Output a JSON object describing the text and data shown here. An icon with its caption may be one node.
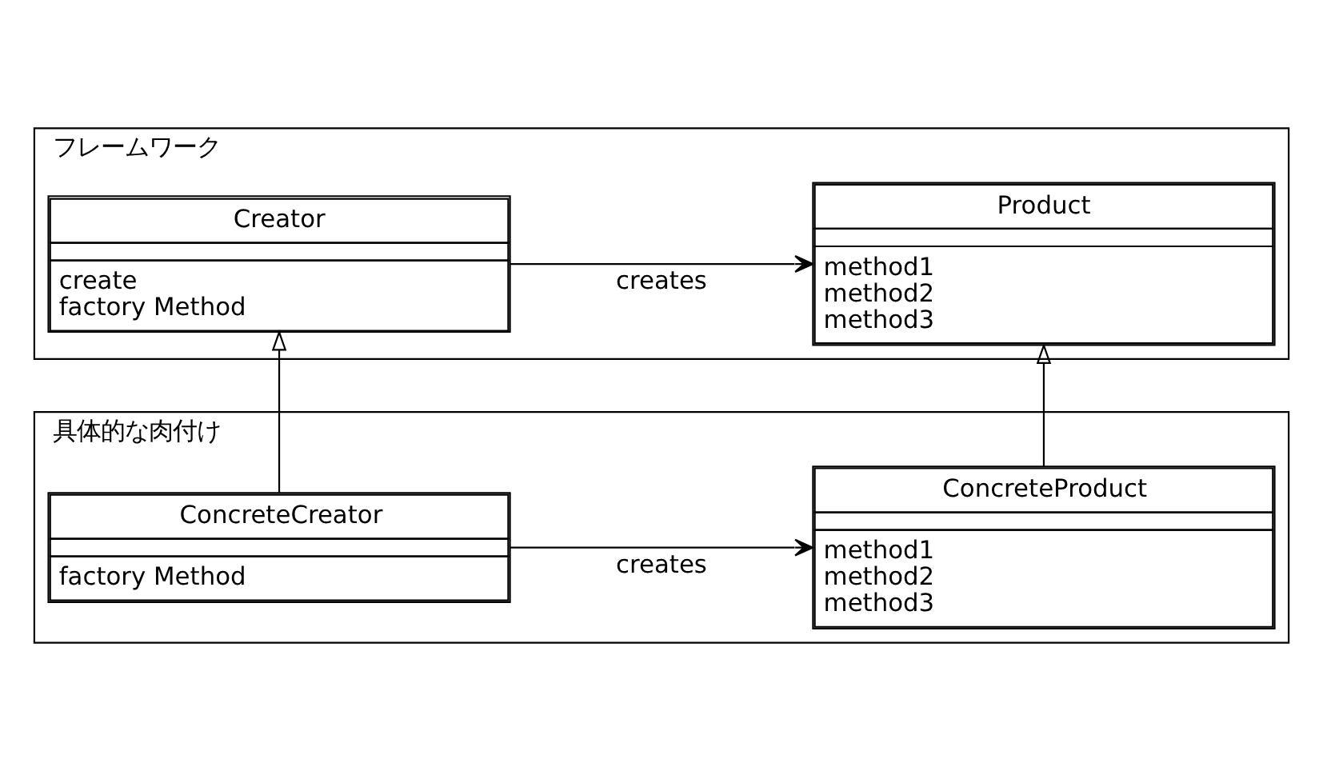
{
  "diagram": {
    "nodes": [
      {
        "text": [
          "フレームワーク"
        ]
      },
      {
        "text": [
          "Creator",
          "create",
          "factory Method"
        ],
        "in": 0
      },
      {
        "text": [
          "Product",
          "method1",
          "method2",
          "method3"
        ],
        "in": 0
      },
      {
        "text": [
          "具体的な肉付け"
        ]
      },
      {
        "text": [
          "ConcreteCreator",
          "factory Method"
        ],
        "in": 3
      },
      {
        "text": [
          "ConcreteProduct",
          "method1",
          "method2",
          "method3"
        ],
        "in": 3
      }
    ],
    "edges": [
      {
        "from": 1,
        "to": 2,
        "arrow": "to",
        "label": "creates"
      },
      {
        "from": 4,
        "to": 1,
        "arrow": "to"
      },
      {
        "from": 4,
        "to": 5,
        "arrow": "to",
        "label": "creates"
      },
      {
        "from": 5,
        "to": 2,
        "arrow": "to"
      }
    ]
  }
}
